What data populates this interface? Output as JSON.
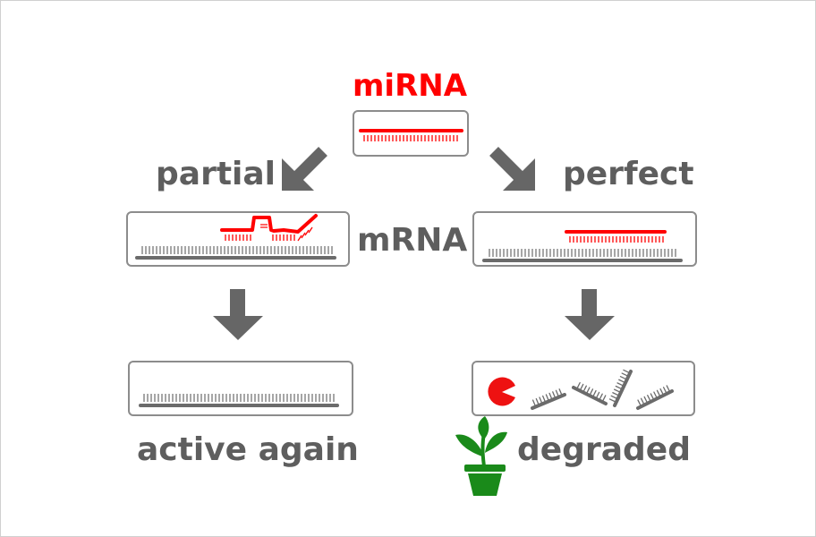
{
  "labels": {
    "mirna": "miRNA",
    "partial": "partial",
    "perfect": "perfect",
    "mrna": "mRNA",
    "active_again": "active again",
    "degraded": "degraded"
  },
  "colors": {
    "text": "#5e5e5e",
    "mirna": "#ff0000",
    "strand": "#6b6b6b",
    "box_border": "#8c8c8c",
    "plant": "#1a8a1a"
  },
  "icons": [
    "arrow-down-left-icon",
    "arrow-down-right-icon",
    "arrow-down-icon",
    "pacman-enzyme-icon",
    "plant-pot-icon"
  ]
}
